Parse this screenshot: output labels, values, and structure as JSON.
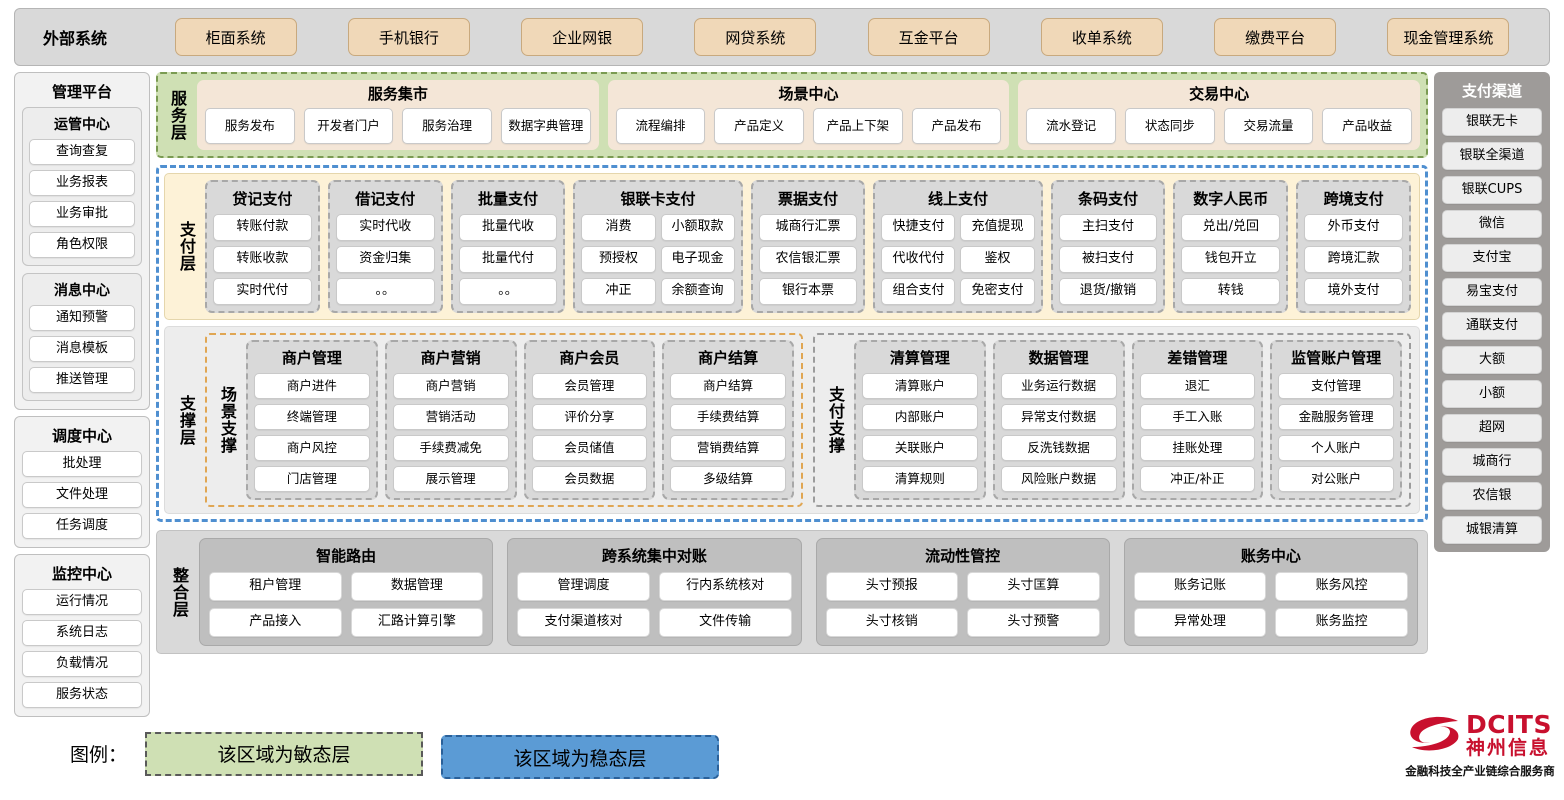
{
  "external": {
    "title": "外部系统",
    "items": [
      "柜面系统",
      "手机银行",
      "企业网银",
      "网贷系统",
      "互金平台",
      "收单系统",
      "缴费平台",
      "现金管理系统"
    ]
  },
  "management": {
    "title": "管理平台",
    "groups": [
      {
        "title": "运管中心",
        "items": [
          "查询查复",
          "业务报表",
          "业务审批",
          "角色权限"
        ]
      },
      {
        "title": "消息中心",
        "items": [
          "通知预警",
          "消息模板",
          "推送管理"
        ]
      }
    ],
    "standalone": [
      {
        "title": "调度中心",
        "items": [
          "批处理",
          "文件处理",
          "任务调度"
        ]
      },
      {
        "title": "监控中心",
        "items": [
          "运行情况",
          "系统日志",
          "负载情况",
          "服务状态"
        ]
      }
    ]
  },
  "service_layer": {
    "label": "服务层",
    "cards": [
      {
        "title": "服务集市",
        "items": [
          "服务发布",
          "开发者门户",
          "服务治理",
          "数据字典管理"
        ]
      },
      {
        "title": "场景中心",
        "items": [
          "流程编排",
          "产品定义",
          "产品上下架",
          "产品发布"
        ]
      },
      {
        "title": "交易中心",
        "items": [
          "流水登记",
          "状态同步",
          "交易流量",
          "产品收益"
        ]
      }
    ]
  },
  "payment_layer": {
    "label": "支付层",
    "groups": [
      {
        "title": "贷记支付",
        "cols": 1,
        "items": [
          "转账付款",
          "转账收款",
          "实时代付"
        ]
      },
      {
        "title": "借记支付",
        "cols": 1,
        "items": [
          "实时代收",
          "资金归集",
          "。。"
        ]
      },
      {
        "title": "批量支付",
        "cols": 1,
        "items": [
          "批量代收",
          "批量代付",
          "。。"
        ]
      },
      {
        "title": "银联卡支付",
        "cols": 2,
        "items": [
          "消费",
          "小额取款",
          "预授权",
          "电子现金",
          "冲正",
          "余额查询"
        ]
      },
      {
        "title": "票据支付",
        "cols": 1,
        "items": [
          "城商行汇票",
          "农信银汇票",
          "银行本票"
        ]
      },
      {
        "title": "线上支付",
        "cols": 2,
        "items": [
          "快捷支付",
          "充值提现",
          "代收代付",
          "鉴权",
          "组合支付",
          "免密支付"
        ]
      },
      {
        "title": "条码支付",
        "cols": 1,
        "items": [
          "主扫支付",
          "被扫支付",
          "退货/撤销"
        ]
      },
      {
        "title": "数字人民币",
        "cols": 1,
        "items": [
          "兑出/兑回",
          "钱包开立",
          "转钱"
        ]
      },
      {
        "title": "跨境支付",
        "cols": 1,
        "items": [
          "外币支付",
          "跨境汇款",
          "境外支付"
        ]
      }
    ]
  },
  "support_layer": {
    "label": "支撑层",
    "boxes": [
      {
        "label": "场景支撑",
        "style": "scene",
        "groups": [
          {
            "title": "商户管理",
            "items": [
              "商户进件",
              "终端管理",
              "商户风控",
              "门店管理"
            ]
          },
          {
            "title": "商户营销",
            "items": [
              "商户营销",
              "营销活动",
              "手续费减免",
              "展示管理"
            ]
          },
          {
            "title": "商户会员",
            "items": [
              "会员管理",
              "评价分享",
              "会员储值",
              "会员数据"
            ]
          },
          {
            "title": "商户结算",
            "items": [
              "商户结算",
              "手续费结算",
              "营销费结算",
              "多级结算"
            ]
          }
        ]
      },
      {
        "label": "支付支撑",
        "style": "paysup",
        "groups": [
          {
            "title": "清算管理",
            "items": [
              "清算账户",
              "内部账户",
              "关联账户",
              "清算规则"
            ]
          },
          {
            "title": "数据管理",
            "items": [
              "业务运行数据",
              "异常支付数据",
              "反洗钱数据",
              "风险账户数据"
            ]
          },
          {
            "title": "差错管理",
            "items": [
              "退汇",
              "手工入账",
              "挂账处理",
              "冲正/补正"
            ]
          },
          {
            "title": "监管账户管理",
            "items": [
              "支付管理",
              "金融服务管理",
              "个人账户",
              "对公账户"
            ]
          }
        ]
      }
    ]
  },
  "integration_layer": {
    "label": "整合层",
    "groups": [
      {
        "title": "智能路由",
        "items": [
          "租户管理",
          "数据管理",
          "产品接入",
          "汇路计算引擎"
        ]
      },
      {
        "title": "跨系统集中对账",
        "items": [
          "管理调度",
          "行内系统核对",
          "支付渠道核对",
          "文件传输"
        ]
      },
      {
        "title": "流动性管控",
        "items": [
          "头寸预报",
          "头寸匡算",
          "头寸核销",
          "头寸预警"
        ]
      },
      {
        "title": "账务中心",
        "items": [
          "账务记账",
          "账务风控",
          "异常处理",
          "账务监控"
        ]
      }
    ]
  },
  "channels": {
    "title": "支付渠道",
    "items": [
      "银联无卡",
      "银联全渠道",
      "银联CUPS",
      "微信",
      "支付宝",
      "易宝支付",
      "通联支付",
      "大额",
      "小额",
      "超网",
      "城商行",
      "农信银",
      "城银清算"
    ]
  },
  "legend": {
    "label": "图例：",
    "agile": "该区域为敏态层",
    "stable": "该区域为稳态层",
    "agile_color": "#cfe0b4",
    "stable_color": "#5b9bd5"
  },
  "logo": {
    "en": "DCITS",
    "cn": "神州信息",
    "tagline": "金融科技全产业链综合服务商",
    "color": "#c8102e"
  }
}
